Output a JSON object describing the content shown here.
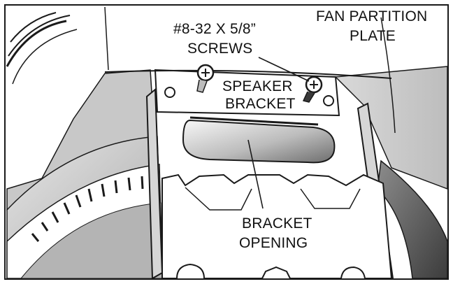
{
  "labels": {
    "screws_line1": "#8-32 X 5/8”",
    "screws_line2": "SCREWS",
    "fan_line1": "FAN PARTITION",
    "fan_line2": "PLATE",
    "speaker_line1": "SPEAKER",
    "speaker_line2": "BRACKET",
    "opening_line1": "BRACKET",
    "opening_line2": "OPENING"
  }
}
